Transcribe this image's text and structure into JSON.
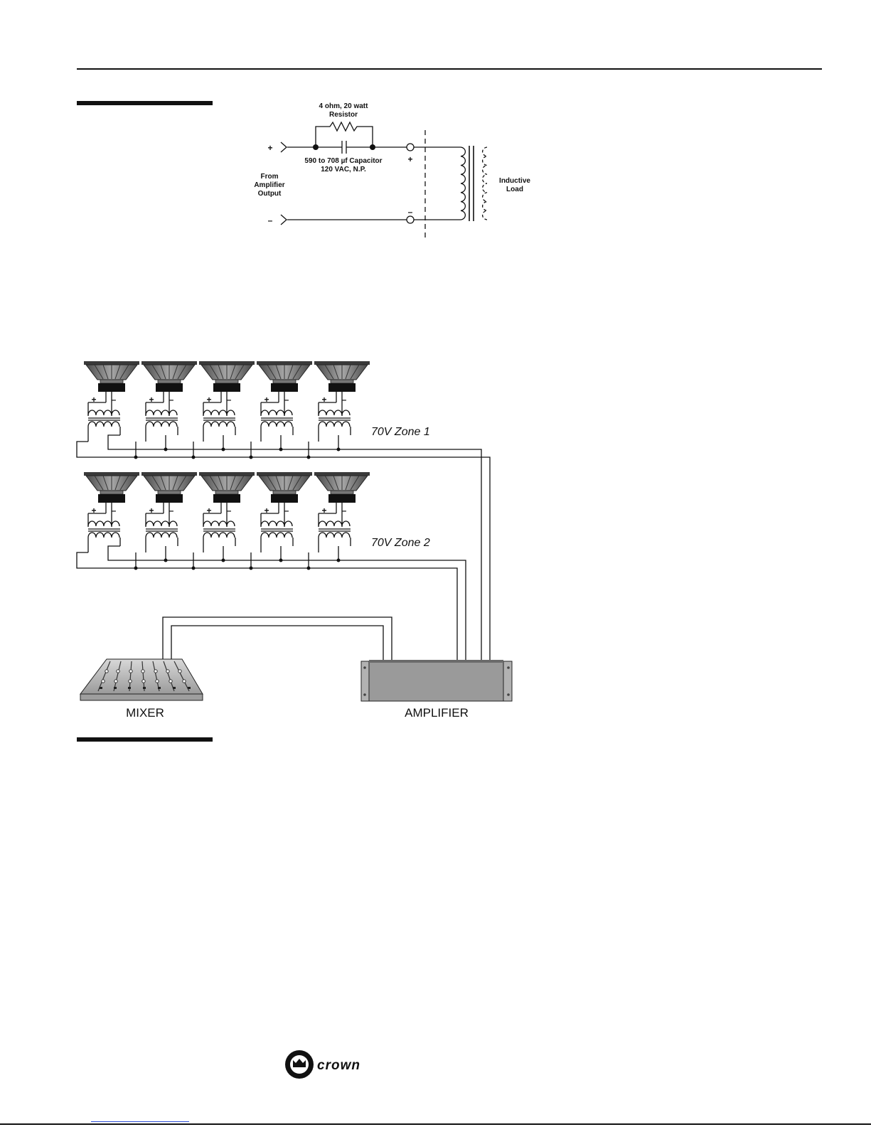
{
  "circuit": {
    "resistor_label_line1": "4 ohm, 20 watt",
    "resistor_label_line2": "Resistor",
    "capacitor_label_line1": "590 to 708 µf Capacitor",
    "capacitor_label_line2": "120 VAC, N.P.",
    "input_line1": "From",
    "input_line2": "Amplifier",
    "input_line3": "Output",
    "plus": "+",
    "minus": "–",
    "load_line1": "Inductive",
    "load_line2": "Load"
  },
  "zones": {
    "zone1": "70V Zone 1",
    "zone2": "70V Zone 2",
    "plus": "+",
    "minus": "–"
  },
  "devices": {
    "mixer": "MIXER",
    "amplifier": "AMPLIFIER"
  },
  "footer": {
    "brand": "crown"
  }
}
